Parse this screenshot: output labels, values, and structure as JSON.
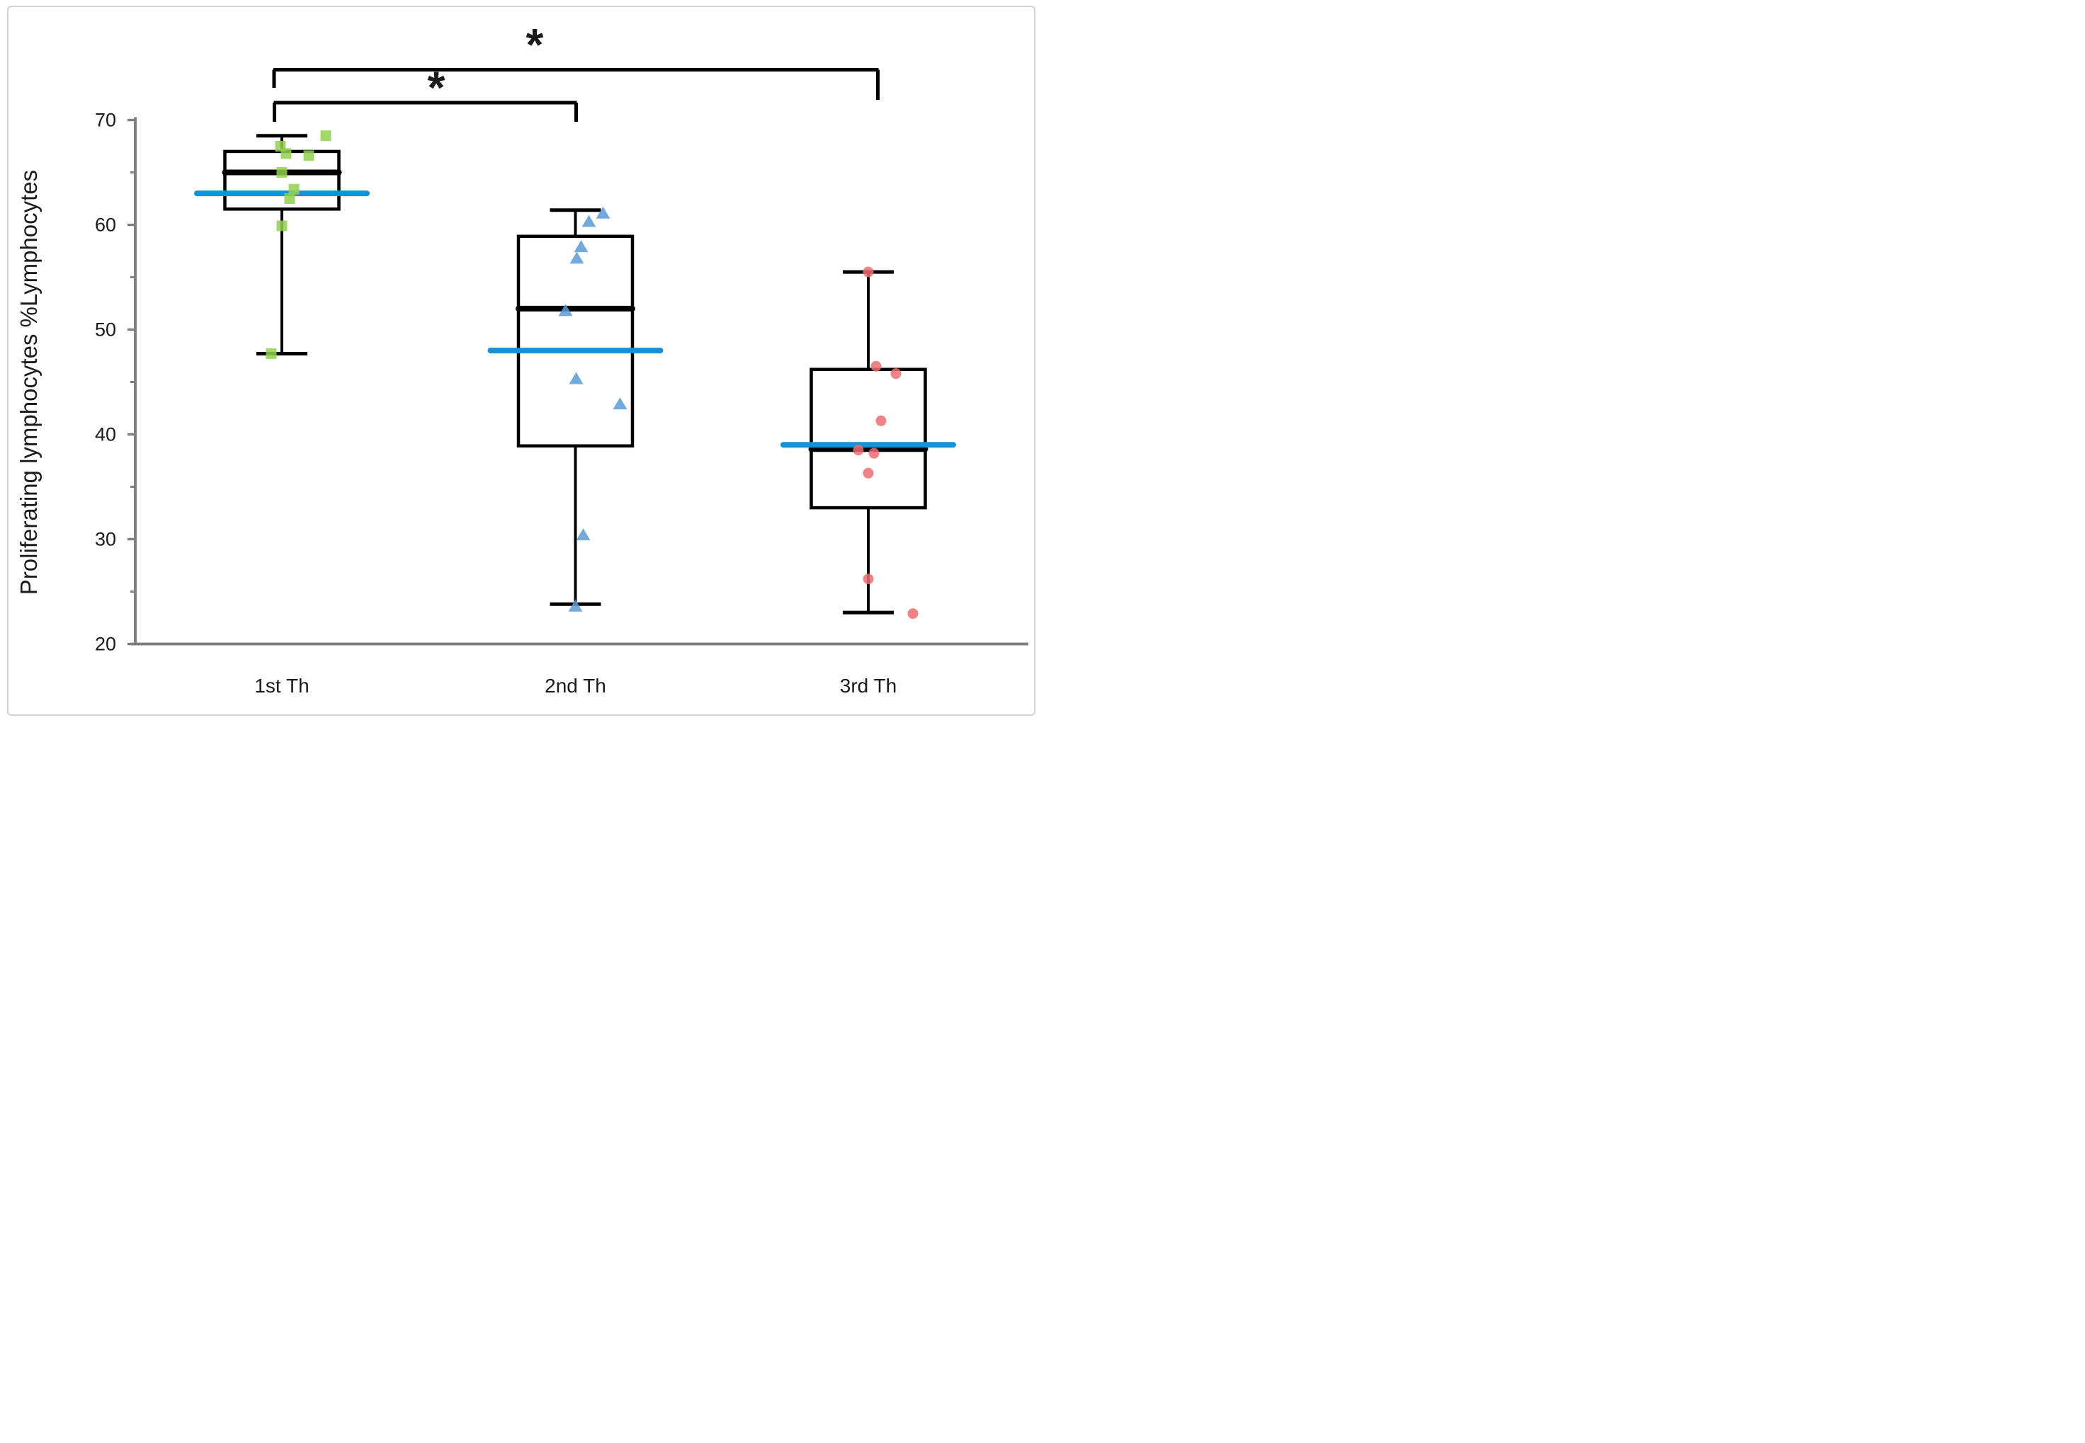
{
  "figure": {
    "background": "#ffffff",
    "frame_color": "#d2d2d2"
  },
  "chart_data": {
    "type": "box",
    "title": "",
    "xlabel": "",
    "ylabel": "Proliferating lymphocytes %Lymphocytes",
    "ylim": [
      20,
      70
    ],
    "yticks_major": [
      70,
      60,
      50,
      40,
      30,
      20
    ],
    "yticks_minor": [
      65,
      55,
      45,
      35,
      25
    ],
    "grid": "off",
    "legend": "none",
    "categories": [
      "1st Th",
      "2nd Th",
      "3rd Th"
    ],
    "series": [
      {
        "name": "1st Th",
        "marker": "square",
        "marker_color": "rgba(146,208,80,0.85)",
        "box": {
          "whisker_low": 47.7,
          "q1": 61.5,
          "median": 65.0,
          "mean": 63.0,
          "q3": 67.0,
          "whisker_high": 68.5
        },
        "points": [
          {
            "v": 68.5,
            "dx": 62
          },
          {
            "v": 67.5,
            "dx": -2
          },
          {
            "v": 66.8,
            "dx": 6
          },
          {
            "v": 66.6,
            "dx": 38
          },
          {
            "v": 65.0,
            "dx": 0
          },
          {
            "v": 63.4,
            "dx": 17
          },
          {
            "v": 62.5,
            "dx": 11
          },
          {
            "v": 59.9,
            "dx": 0
          },
          {
            "v": 47.7,
            "dx": -15
          }
        ]
      },
      {
        "name": "2nd Th",
        "marker": "triangle",
        "marker_color": "rgba(91,155,213,0.85)",
        "box": {
          "whisker_low": 23.8,
          "q1": 38.9,
          "median": 52.0,
          "mean": 48.0,
          "q3": 58.9,
          "whisker_high": 61.4
        },
        "points": [
          {
            "v": 61.1,
            "dx": 39
          },
          {
            "v": 60.3,
            "dx": 19
          },
          {
            "v": 57.9,
            "dx": 8
          },
          {
            "v": 56.8,
            "dx": 2
          },
          {
            "v": 51.8,
            "dx": -14
          },
          {
            "v": 45.3,
            "dx": 1
          },
          {
            "v": 42.9,
            "dx": 63
          },
          {
            "v": 30.4,
            "dx": 11
          },
          {
            "v": 23.6,
            "dx": 0
          }
        ]
      },
      {
        "name": "3rd Th",
        "marker": "circle",
        "marker_color": "rgba(236,109,112,0.85)",
        "box": {
          "whisker_low": 23.0,
          "q1": 33.0,
          "median": 38.6,
          "mean": 39.0,
          "q3": 46.2,
          "whisker_high": 55.5
        },
        "points": [
          {
            "v": 55.5,
            "dx": 0
          },
          {
            "v": 46.5,
            "dx": 11
          },
          {
            "v": 45.8,
            "dx": 39
          },
          {
            "v": 41.3,
            "dx": 18
          },
          {
            "v": 38.5,
            "dx": -14
          },
          {
            "v": 38.2,
            "dx": 8
          },
          {
            "v": 36.3,
            "dx": 0
          },
          {
            "v": 26.2,
            "dx": 0
          },
          {
            "v": 22.9,
            "dx": 63
          }
        ]
      }
    ],
    "significance": [
      {
        "from": "1st Th",
        "to": "2nd Th",
        "label": "*"
      },
      {
        "from": "1st Th",
        "to": "3rd Th",
        "label": "*"
      }
    ],
    "colors": {
      "box_stroke": "#000000",
      "median": "#000000",
      "mean_line": "#1791d2",
      "whisker": "#000000",
      "axis": "#808080",
      "tick_text": "#1a1a1a",
      "bracket": "#000000"
    }
  }
}
